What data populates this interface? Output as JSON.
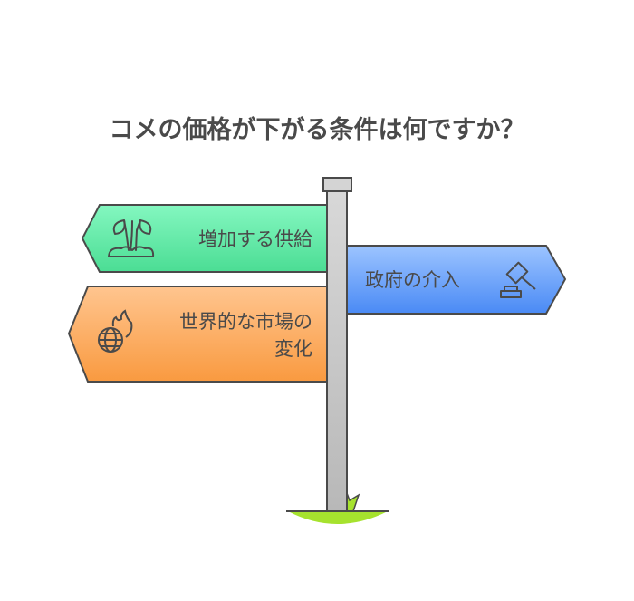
{
  "title": "コメの価格が下がる条件は何ですか？",
  "signs": [
    {
      "label": "増加する供給",
      "icon": "sprout-icon",
      "color_top": "#84f7c0",
      "color_bottom": "#4bdd94"
    },
    {
      "label": "政府の介入",
      "icon": "gavel-icon",
      "color_top": "#9cc4ff",
      "color_bottom": "#4a8af5"
    },
    {
      "label_line1": "世界的な市場の",
      "label_line2": "変化",
      "icon": "globe-fire-icon",
      "color_top": "#ffc58f",
      "color_bottom": "#f99a40"
    }
  ]
}
